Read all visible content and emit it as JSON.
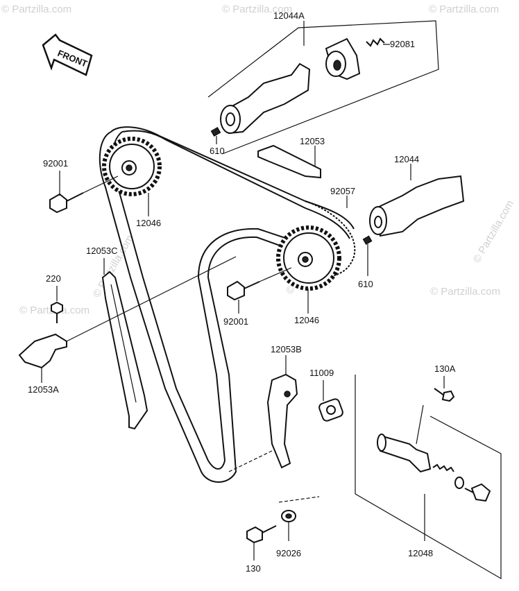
{
  "watermark": "© Partzilla.com",
  "front_label": "FRONT",
  "callouts": {
    "camshaft_exhaust": "12044A",
    "spring": "92081",
    "pin_upper": "610",
    "chain_guide_top": "12053",
    "camshaft_intake": "12044",
    "chain": "92057",
    "pin_lower": "610",
    "bolt_left": "92001",
    "sprocket_left": "12046",
    "guide_c": "12053C",
    "bolt_220": "220",
    "guide_a": "12053A",
    "bolt_center": "92001",
    "sprocket_center": "12046",
    "guide_b": "12053B",
    "gasket": "11009",
    "bolt_130a": "130A",
    "bolt_130": "130",
    "washer": "92026",
    "tensioner": "12048"
  }
}
